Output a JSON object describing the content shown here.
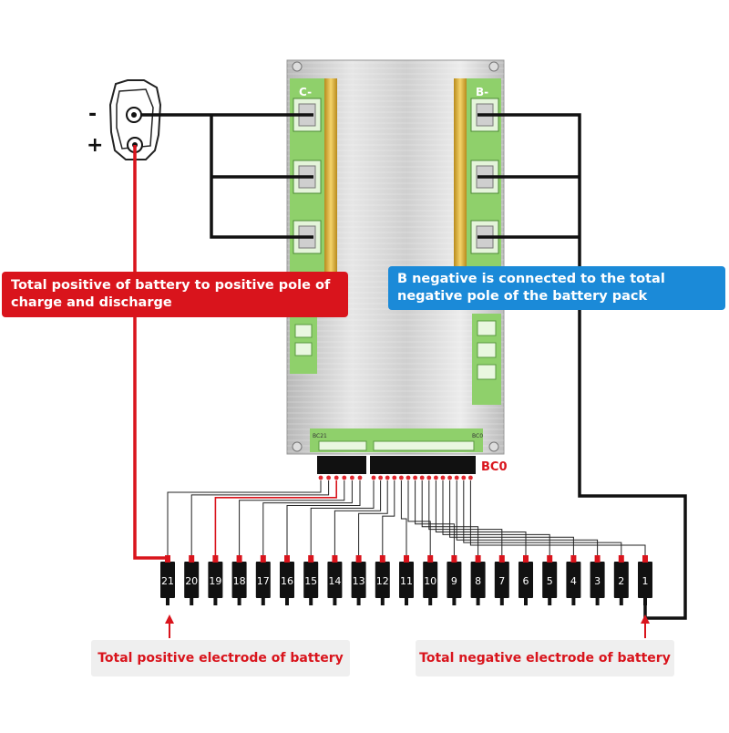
{
  "diagram": {
    "pole_minus": "-",
    "pole_plus": "+",
    "board": {
      "charge_negative_label": "C-",
      "battery_negative_label": "B-",
      "balance_connector_label": "BC0",
      "small_left_label": "BC21",
      "small_right_label": "BC0"
    },
    "callouts": {
      "positive": "Total positive of battery to positive pole of charge and discharge",
      "negative": "B negative is connected to the total negative pole of the battery pack"
    },
    "notes": {
      "positive_electrode": "Total positive electrode of battery",
      "negative_electrode": "Total negative electrode of battery"
    },
    "terminals": [
      "21",
      "20",
      "19",
      "18",
      "17",
      "16",
      "15",
      "14",
      "13",
      "12",
      "11",
      "10",
      "9",
      "8",
      "7",
      "6",
      "5",
      "4",
      "3",
      "2",
      "1"
    ],
    "colors": {
      "positive_wire": "#d9141c",
      "negative_wire": "#111111",
      "pcb_green": "#8fd06b",
      "heatsink": "#c8c8c8",
      "callout_red": "#d9141c",
      "callout_blue": "#1b8ad8"
    }
  }
}
